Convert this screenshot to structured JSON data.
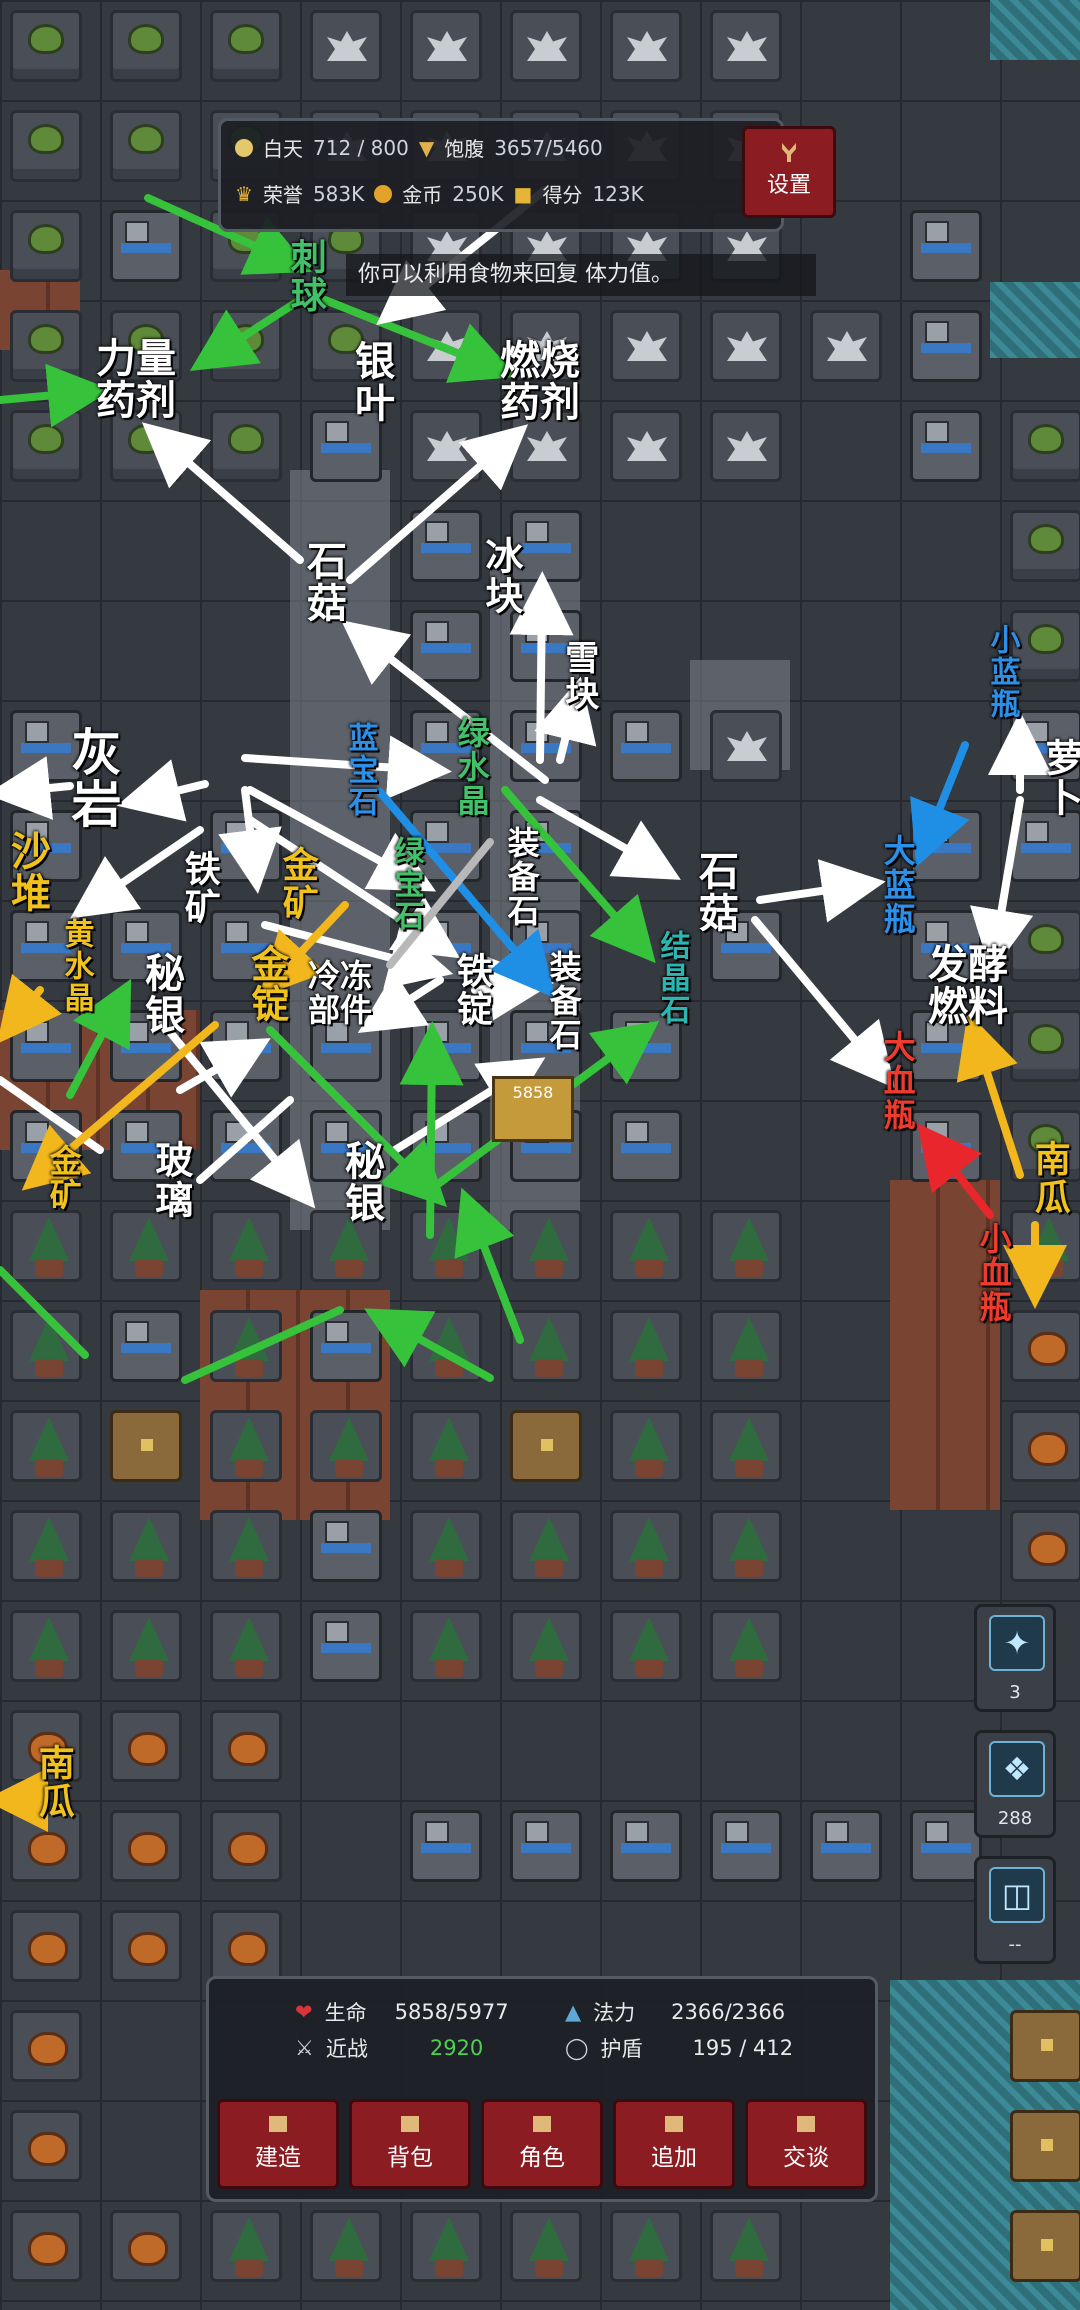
{
  "hud": {
    "day_label": "白天",
    "day_value": "712 / 800",
    "food_label": "饱腹",
    "food_value": "3657/5460",
    "honor_label": "荣誉",
    "honor_value": "583K",
    "gold_label": "金币",
    "gold_value": "250K",
    "score_label": "得分",
    "score_value": "123K",
    "settings_label": "设置",
    "hint_text": "你可以利用食物来回复 体力值。"
  },
  "labels": {
    "cishu": "刺球",
    "liliang": "力量药剂",
    "yinye": "银叶",
    "ranshao": "燃烧药剂",
    "shigu1": "石菇",
    "bingkuai": "冰块",
    "xuekuai": "雪块",
    "huiyan": "灰岩",
    "lanbaoshi": "蓝宝石",
    "lvshuijing": "绿水晶",
    "shadui": "沙堆",
    "tiekuang": "铁矿",
    "jinkuang1": "金矿",
    "lvbaoshi": "绿宝石",
    "zhuangbeishi1": "装备石",
    "shigu2": "石菇",
    "jiejingshi": "结晶石",
    "huangshuijing": "黄水晶",
    "jinding": "金锭",
    "lengdong": "冷冻部件",
    "tieding": "铁锭",
    "zhuangbeishi2": "装备石",
    "miyin1": "秘银",
    "jinkuang2": "金矿",
    "boli": "玻璃",
    "miyin2": "秘银",
    "xiaolanping": "小蓝瓶",
    "luobo": "萝卜",
    "dalanping": "大蓝瓶",
    "fajiao": "发酵燃料",
    "daxueping": "大血瓶",
    "nangua1": "南瓜",
    "xiaoxueping": "小血瓶",
    "nangua2": "南瓜",
    "player_hp": "5858"
  },
  "side_buttons": [
    {
      "icon": "sword-skill-icon",
      "count": "3"
    },
    {
      "icon": "rune-icon",
      "count": "288"
    },
    {
      "icon": "shield-skill-icon",
      "count": "--"
    }
  ],
  "stats": {
    "hp_label": "生命",
    "hp_value": "5858/5977",
    "mp_label": "法力",
    "mp_value": "2366/2366",
    "melee_label": "近战",
    "melee_value": "2920",
    "shield_label": "护盾",
    "shield_value": "195 / 412"
  },
  "tabs": [
    "建造",
    "背包",
    "角色",
    "追加",
    "交谈"
  ],
  "colors": {
    "arrow_white": "#ffffff",
    "arrow_green": "#37c23c",
    "arrow_blue": "#1f8fe6",
    "arrow_yellow": "#f2b71c",
    "arrow_red": "#e8262c",
    "arrow_gray": "#b8b8b8",
    "label_blue": "#2c8fe8",
    "label_green": "#43c06a",
    "label_yellow": "#f2c21c",
    "label_red": "#ef3b2d",
    "label_teal": "#2bb6b0",
    "button_red": "#8a1c22"
  }
}
